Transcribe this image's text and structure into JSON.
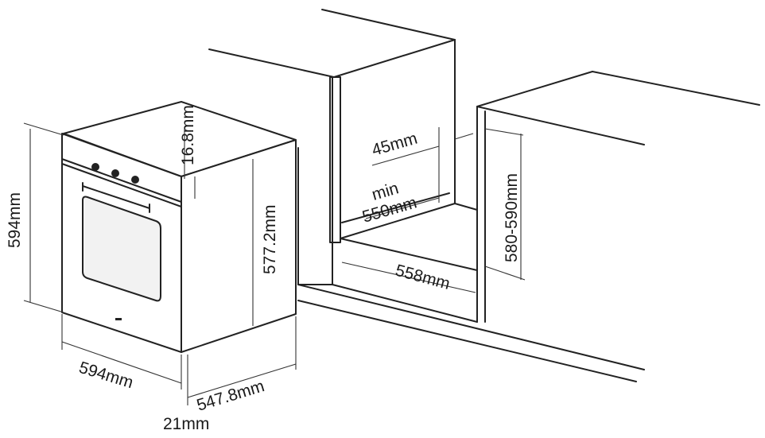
{
  "dimensions": {
    "oven_height": "594mm",
    "oven_width": "594mm",
    "oven_depth": "547.8mm",
    "body_height": "577.2mm",
    "panel_gap": "16.8mm",
    "door_thickness": "21mm",
    "side_clearance": "45mm",
    "min_label": "min",
    "niche_depth": "550mm",
    "niche_width": "558mm",
    "niche_height": "580-590mm"
  }
}
